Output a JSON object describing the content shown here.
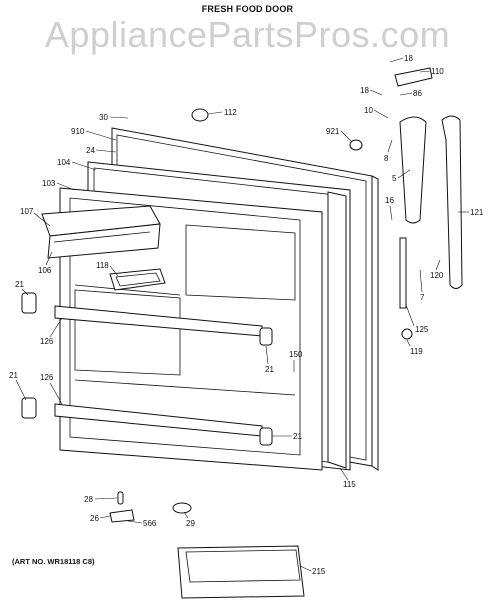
{
  "title": "FRESH FOOD DOOR",
  "watermark": "AppliancePartsPros.com",
  "art_number": "(ART NO. WR18118 C8)",
  "callouts": [
    "18",
    "110",
    "18",
    "86",
    "10",
    "112",
    "30",
    "910",
    "921",
    "24",
    "8",
    "104",
    "103",
    "5",
    "16",
    "121",
    "107",
    "106",
    "118",
    "120",
    "7",
    "21",
    "126",
    "125",
    "150",
    "119",
    "21",
    "21",
    "126",
    "21",
    "115",
    "28",
    "26",
    "566",
    "29",
    "215"
  ]
}
